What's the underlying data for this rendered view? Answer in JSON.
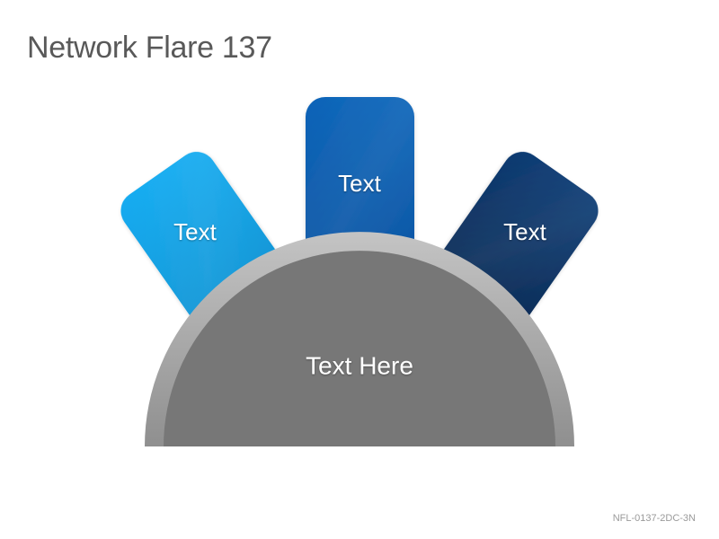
{
  "title": "Network Flare 137",
  "code": "NFL-0137-2DC-3N",
  "diagram": {
    "petals": [
      {
        "label": "Text",
        "color_top": "#12aaf0",
        "color_bottom": "#0a8fd0"
      },
      {
        "label": "Text",
        "color_top": "#0a63b8",
        "color_bottom": "#0650a0"
      },
      {
        "label": "Text",
        "color_top": "#0c3a72",
        "color_bottom": "#05254f"
      }
    ],
    "center": {
      "label": "Text Here",
      "fill": "#777777",
      "rim": "#a8a8a8"
    }
  }
}
